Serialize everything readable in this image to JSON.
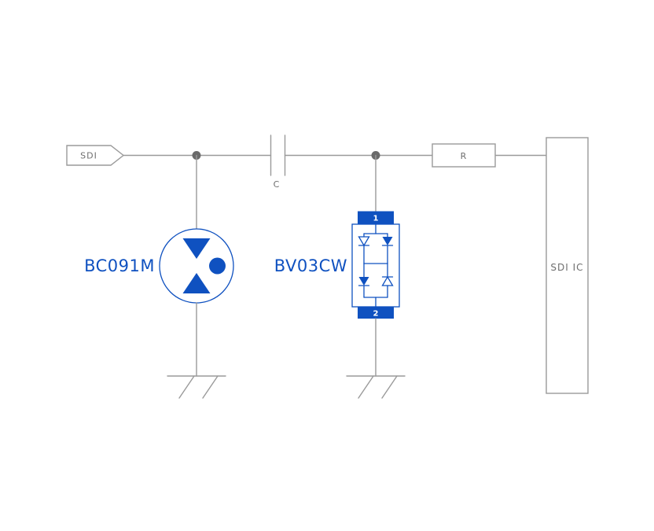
{
  "diagram": {
    "input_label": "SDI",
    "capacitor": {
      "label": "C"
    },
    "resistor": {
      "label": "R"
    },
    "ic": {
      "label": "SDI IC"
    },
    "tvs": {
      "label": "BC091M"
    },
    "diode_array": {
      "label": "BV03CW",
      "pin_top": "1",
      "pin_bottom": "2"
    },
    "colors": {
      "blue": "#0f51c0",
      "wire_grey": "#9a9a9a",
      "text_grey": "#6e6e6e",
      "junction_grey": "#6a6a6a"
    }
  }
}
